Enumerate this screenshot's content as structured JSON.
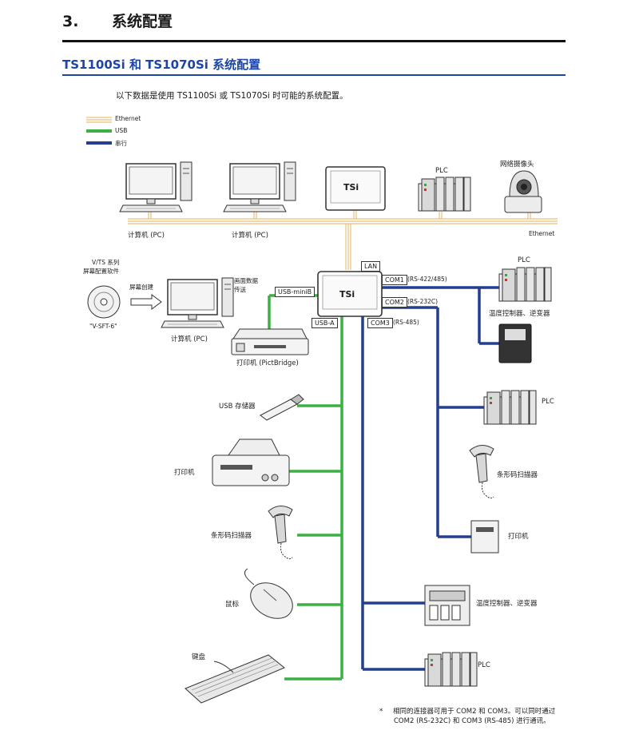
{
  "header": {
    "number": "3.",
    "title": "系统配置",
    "subtitle": "TS1100Si 和 TS1070Si 系统配置",
    "intro": "以下数据是使用 TS1100Si 或 TS1070Si 时可能的系统配置。"
  },
  "legend": [
    {
      "label": "Ethernet",
      "color": "#e8c07a"
    },
    {
      "label": "USB",
      "color": "#3cb043"
    },
    {
      "label": "串行",
      "color": "#243f8f"
    }
  ],
  "ethernet_row": {
    "pc1_label": "计算机 (PC)",
    "pc2_label": "计算机 (PC)",
    "tsi_top_label": "TSi",
    "plc_label": "PLC",
    "camera_label": "网络摄像头",
    "ethernet_label": "Ethernet"
  },
  "center": {
    "tsi_label": "TSi",
    "lan_port": "LAN",
    "usb_mini_port": "USB-miniB",
    "usb_a_port": "USB-A",
    "com1_port": "COM1",
    "com1_desc": "(RS-422/485)",
    "com2_port": "COM2",
    "com2_desc": "(RS-232C)",
    "com3_port": "COM3",
    "com3_desc": "(RS-485)"
  },
  "software": {
    "series_label": "V/TS 系列",
    "series_label2": "屏幕配置软件",
    "create_label": "屏幕创建",
    "disc_label": "\"V-SFT-6\"",
    "pc_label": "计算机 (PC)",
    "transfer_label": "画面数据",
    "transfer_label2": "传送",
    "printer_pict_label": "打印机 (PictBridge)"
  },
  "usb_devices": {
    "storage": "USB 存储器",
    "printer": "打印机",
    "scanner": "条形码扫描器",
    "mouse": "鼠标",
    "keyboard": "键盘"
  },
  "serial_devices": {
    "plc1": "PLC",
    "temp1": "温度控制器、逆变器",
    "plc2": "PLC",
    "scanner": "条形码扫描器",
    "printer": "打印机",
    "temp2": "温度控制器、逆变器",
    "plc3": "PLC"
  },
  "footnote": {
    "mark": "*",
    "line1": "相同的连接器可用于 COM2 和 COM3。可以同时通过",
    "line2": "COM2 (RS-232C) 和 COM3 (RS-485) 进行通讯。"
  }
}
